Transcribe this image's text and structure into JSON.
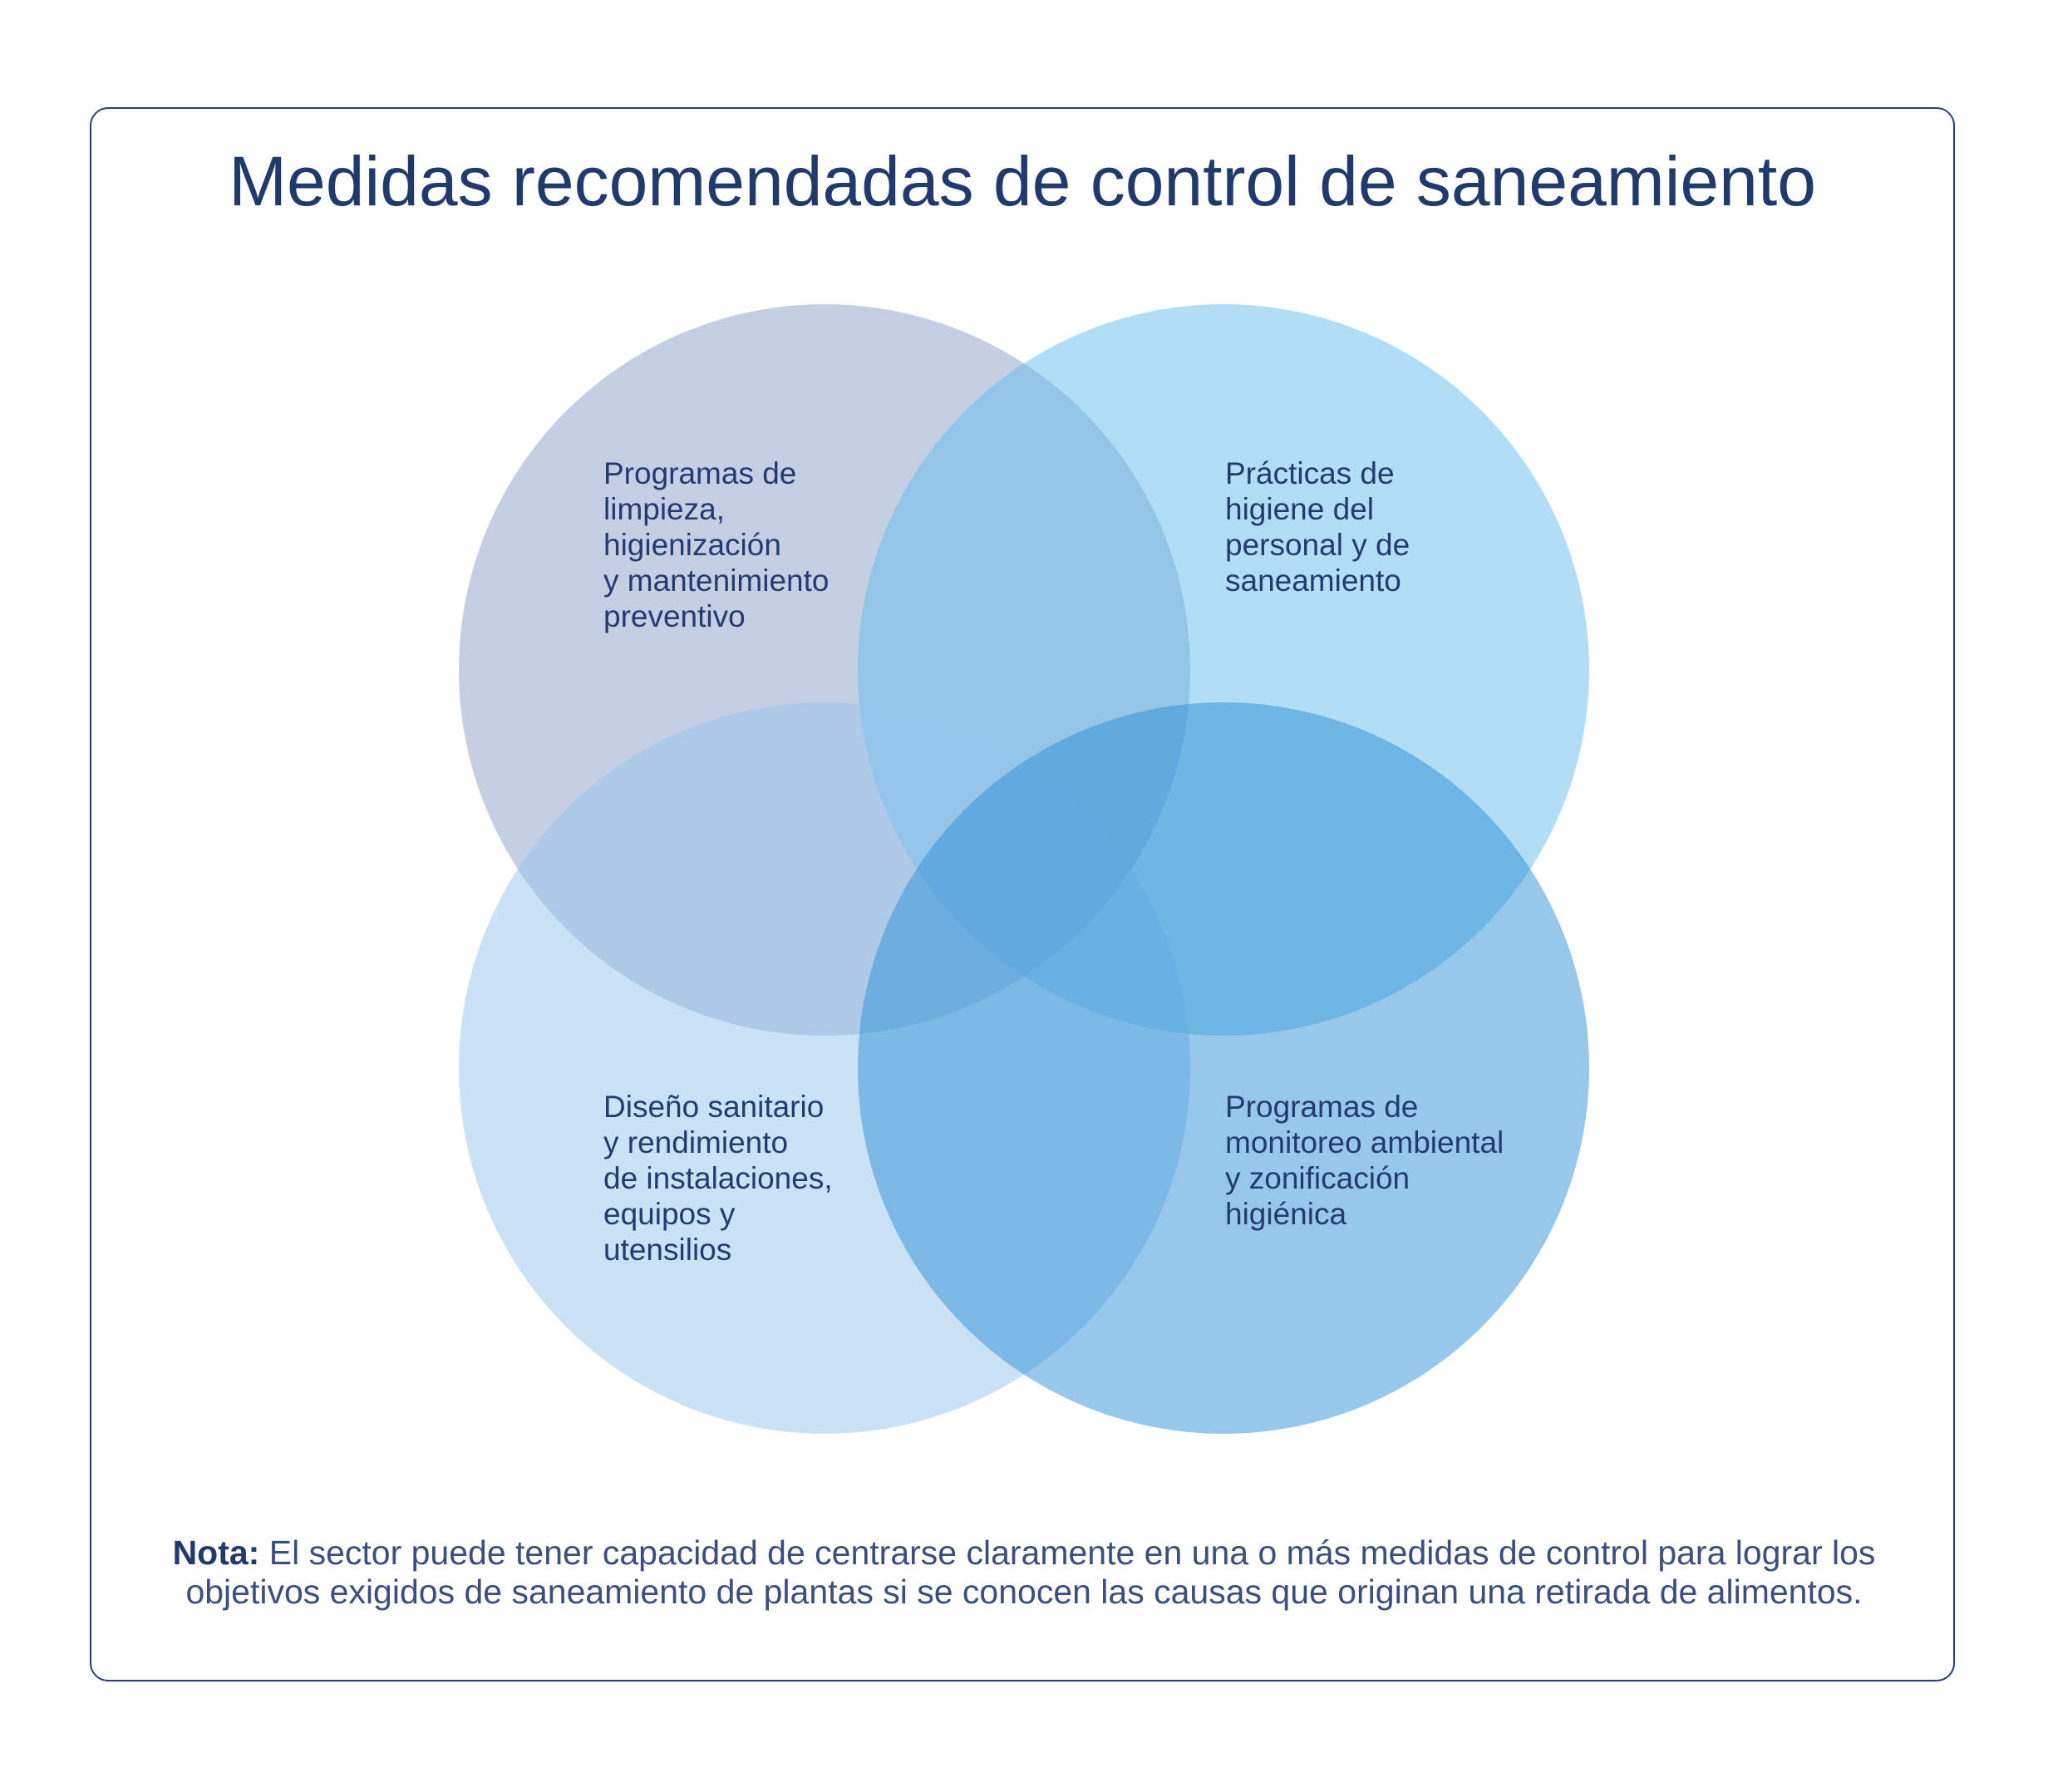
{
  "title": "Medidas recomendadas de control de saneamiento",
  "circles": [
    {
      "label": "Programas de\nlimpieza,\nhigienización\ny mantenimiento\npreventivo",
      "color": "#8aa0c8"
    },
    {
      "label": "Prácticas de\nhigiene del\npersonal y de\nsaneamiento",
      "color": "#64bceb"
    },
    {
      "label": "Diseño sanitario\ny rendimiento\nde instalaciones,\nequipos y\nutensilios",
      "color": "#96c6ee"
    },
    {
      "label": "Programas de\nmonitoreo ambiental\ny zonificación\nhigiénica",
      "color": "#2f8fd6"
    }
  ],
  "note": {
    "label": "Nota:",
    "text": " El sector puede tener capacidad de centrarse claramente en una o más medidas de control para lograr los objetivos exigidos de saneamiento de plantas si se conocen las causas que originan una retirada de alimentos."
  }
}
